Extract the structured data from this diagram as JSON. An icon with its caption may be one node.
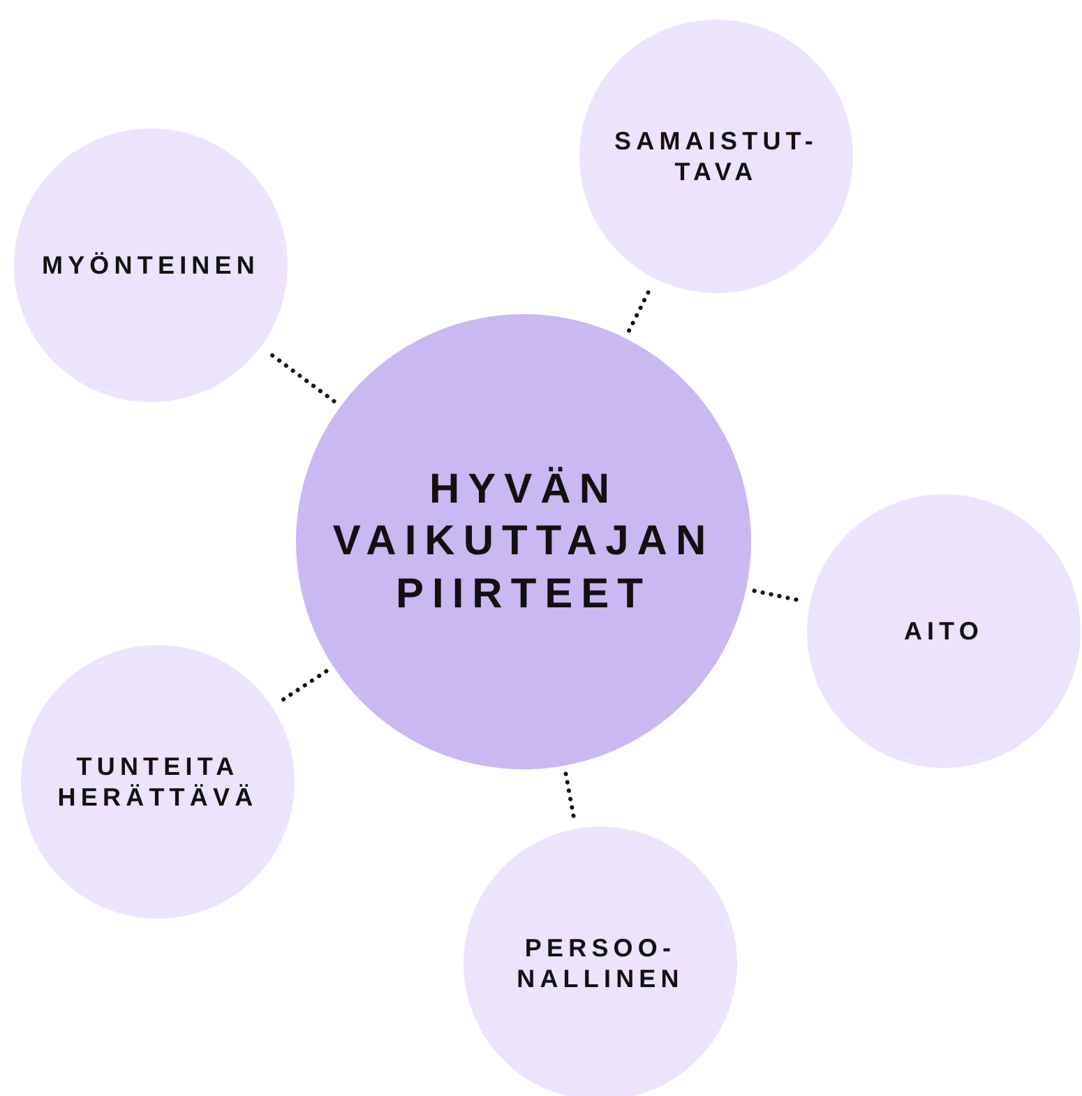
{
  "diagram": {
    "nodes": [
      {
        "text": [
          "SAMAISTUT- TAVA"
        ]
      },
      {
        "text": [
          "MYÖNTEINEN"
        ]
      },
      {
        "text": [
          "HYVÄN VAIKUTTAJAN PIIRTEET"
        ]
      },
      {
        "text": [
          "AITO"
        ]
      },
      {
        "text": [
          "TUNTEITA HERÄTTÄVÄ"
        ]
      },
      {
        "text": [
          "PERSOO- NALLINEN"
        ]
      }
    ],
    "edges": [
      {
        "from": 2,
        "to": 0,
        "arrow": "none"
      },
      {
        "from": 2,
        "to": 1,
        "arrow": "none"
      },
      {
        "from": 2,
        "to": 3,
        "arrow": "none"
      },
      {
        "from": 2,
        "to": 4,
        "arrow": "none"
      },
      {
        "from": 2,
        "to": 5,
        "arrow": "none"
      }
    ]
  }
}
